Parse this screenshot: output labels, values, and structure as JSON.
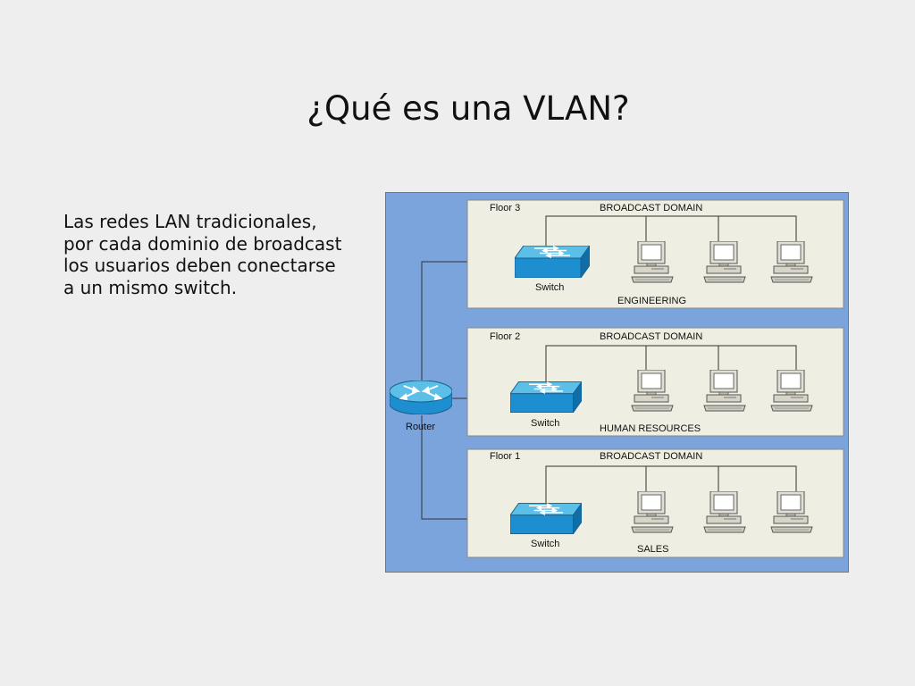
{
  "slide": {
    "title": "¿Qué es una VLAN?",
    "body_lines": [
      "Las redes LAN tradicionales,",
      "por cada dominio de broadcast",
      "los usuarios deben conectarse",
      "a un mismo switch."
    ]
  },
  "diagram": {
    "router_label": "Router",
    "floors": [
      {
        "floor_label": "Floor 3",
        "domain_label": "BROADCAST DOMAIN",
        "switch_label": "Switch",
        "group_label": "ENGINEERING"
      },
      {
        "floor_label": "Floor 2",
        "domain_label": "BROADCAST DOMAIN",
        "switch_label": "Switch",
        "group_label": "HUMAN RESOURCES"
      },
      {
        "floor_label": "Floor 1",
        "domain_label": "BROADCAST DOMAIN",
        "switch_label": "Switch",
        "group_label": "SALES"
      }
    ],
    "colors": {
      "outer_background": "#7ba3dc",
      "panel_background": "#eeeee2",
      "device_blue": "#1d8ed0",
      "computer_beige": "#e0ddd0"
    }
  }
}
